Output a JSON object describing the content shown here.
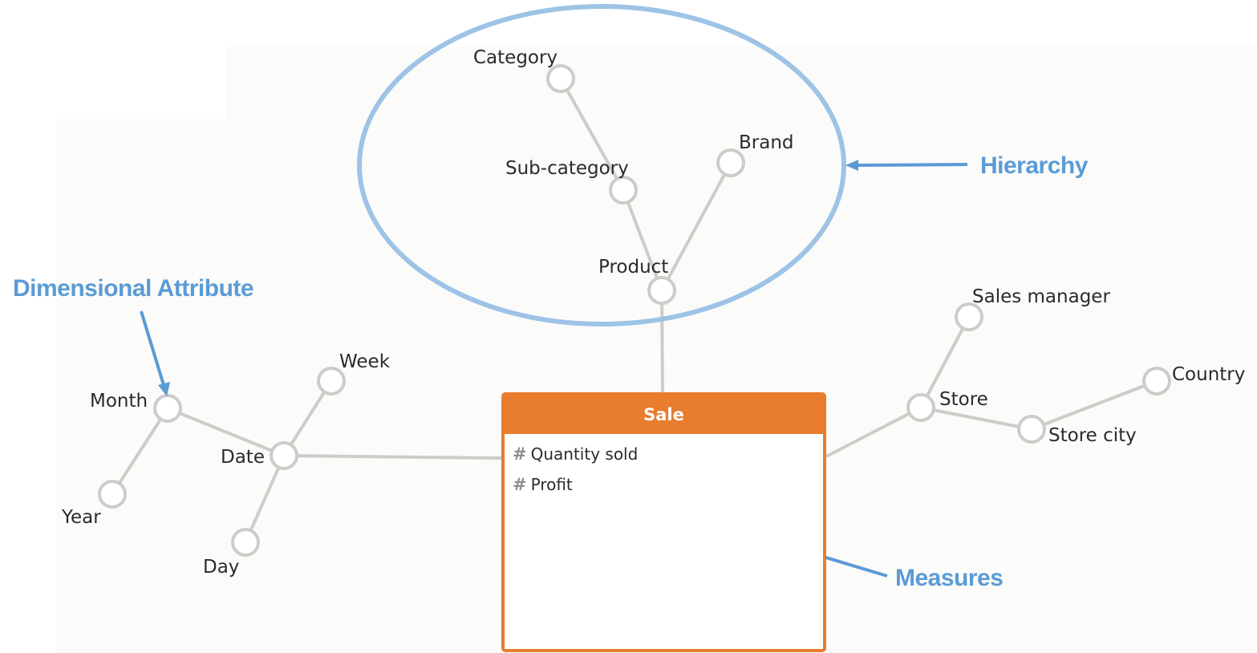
{
  "nodes": [
    {
      "id": "category",
      "label": "Category"
    },
    {
      "id": "sub-category",
      "label": "Sub-category"
    },
    {
      "id": "brand",
      "label": "Brand"
    },
    {
      "id": "product",
      "label": "Product"
    },
    {
      "id": "week",
      "label": "Week"
    },
    {
      "id": "month",
      "label": "Month"
    },
    {
      "id": "date",
      "label": "Date"
    },
    {
      "id": "year",
      "label": "Year"
    },
    {
      "id": "day",
      "label": "Day"
    },
    {
      "id": "sales-manager",
      "label": "Sales manager"
    },
    {
      "id": "store",
      "label": "Store"
    },
    {
      "id": "store-city",
      "label": "Store city"
    },
    {
      "id": "country",
      "label": "Country"
    }
  ],
  "edges": [
    [
      "category",
      "sub-category"
    ],
    [
      "sub-category",
      "product"
    ],
    [
      "brand",
      "product"
    ],
    [
      "product",
      "fact"
    ],
    [
      "month",
      "date"
    ],
    [
      "month",
      "year"
    ],
    [
      "week",
      "date"
    ],
    [
      "date",
      "day"
    ],
    [
      "date",
      "fact"
    ],
    [
      "sales-manager",
      "store"
    ],
    [
      "store",
      "store-city"
    ],
    [
      "store-city",
      "country"
    ],
    [
      "store",
      "fact"
    ]
  ],
  "fact_table": {
    "title": "Sale",
    "measure_symbol": "#",
    "measures": [
      "Quantity sold",
      "Profit"
    ]
  },
  "annotations": {
    "hierarchy": "Hierarchy",
    "dimensional_attribute": "Dimensional Attribute",
    "measures": "Measures"
  },
  "colors": {
    "fact_accent": "#e87d2e",
    "annotation": "#5b9bd5",
    "hierarchy_ellipse": "#9dc3e6",
    "edge": "#cfcbc9"
  }
}
